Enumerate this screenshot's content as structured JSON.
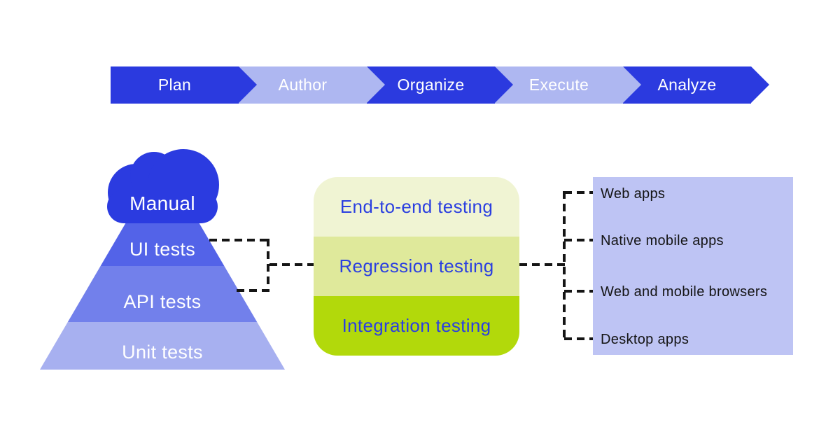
{
  "workflow": {
    "steps": [
      {
        "label": "Plan",
        "variant": "dark"
      },
      {
        "label": "Author",
        "variant": "light"
      },
      {
        "label": "Organize",
        "variant": "dark"
      },
      {
        "label": "Execute",
        "variant": "light"
      },
      {
        "label": "Analyze",
        "variant": "dark"
      }
    ]
  },
  "pyramid": {
    "cloud_label": "Manual",
    "layers": [
      {
        "label": "UI tests",
        "color": "#5363E8"
      },
      {
        "label": "API tests",
        "color": "#7280EB"
      },
      {
        "label": "Unit tests",
        "color": "#A7B0F0"
      }
    ]
  },
  "testing_stack": {
    "levels": [
      {
        "label": "End-to-end testing",
        "color": "#F0F4D3"
      },
      {
        "label": "Regression testing",
        "color": "#DFE99B"
      },
      {
        "label": "Integration testing",
        "color": "#B2D90B"
      }
    ]
  },
  "platforms": {
    "panel_color": "#BEC4F4",
    "items": [
      {
        "label": "Web apps"
      },
      {
        "label": "Native mobile apps"
      },
      {
        "label": "Web and mobile browsers"
      },
      {
        "label": "Desktop apps"
      }
    ]
  },
  "colors": {
    "brand_dark_blue": "#2B3ADF",
    "brand_light_lavender": "#AEB7F1",
    "cloud_blue": "#2B3BE0",
    "stack_text_blue": "#2B3FE0",
    "connector_black": "#151515",
    "background": "#FFFFFF"
  }
}
